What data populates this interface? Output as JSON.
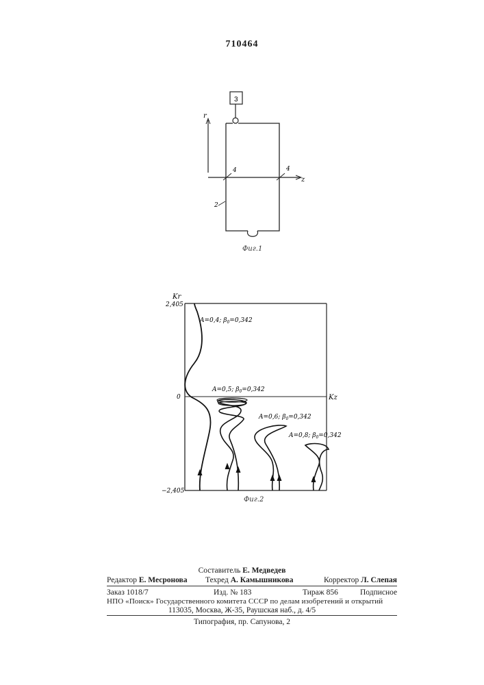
{
  "patent": {
    "number": "710464"
  },
  "fig1": {
    "caption": "Фиг.1",
    "block_label": "3",
    "axis_r": "r",
    "axis_z": "z",
    "label_4": "4",
    "label_2": "2"
  },
  "fig2": {
    "caption": "Фиг.2",
    "y_axis_label": "Kr",
    "x_axis_label": "Kz",
    "y_ticks": [
      "2,405",
      "0",
      "−2,405"
    ],
    "curves": [
      {
        "A": "0,4",
        "beta": "0,342"
      },
      {
        "A": "0,5",
        "beta": "0,342"
      },
      {
        "A": "0,6",
        "beta": "0,342"
      },
      {
        "A": "0,8",
        "beta": "0,342"
      }
    ]
  },
  "chart_data": {
    "type": "line",
    "title": "",
    "xlabel": "Kz",
    "ylabel": "Kr",
    "ylim": [
      -2.405,
      2.405
    ],
    "yticks": [
      2.405,
      0,
      -2.405
    ],
    "series": [
      {
        "name": "A=0,4; β0=0,342"
      },
      {
        "name": "A=0,5; β0=0,342"
      },
      {
        "name": "A=0,6; β0=0,342"
      },
      {
        "name": "A=0,8; β0=0,342"
      }
    ]
  },
  "credits": {
    "compiler_label": "Составитель",
    "compiler_name": "Е. Медведев",
    "editor_label": "Редактор",
    "editor_name": "Е. Месронова",
    "techred_label": "Техред",
    "techred_name": "А. Камышникова",
    "corrector_label": "Корректор",
    "corrector_name": "Л. Слепая",
    "order": "Заказ 1018/7",
    "edition": "Изд. № 183",
    "circulation": "Тираж 856",
    "subscription": "Подписное",
    "org_line": "НПО «Поиск» Государственного комитета СССР по делам изобретений и открытий",
    "address": "113035, Москва, Ж-35, Раушская наб., д. 4/5",
    "printer": "Типография, пр. Сапунова, 2"
  }
}
